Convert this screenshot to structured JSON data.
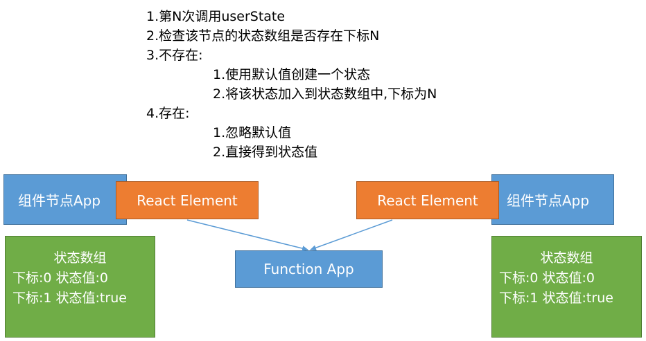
{
  "steps": {
    "s1": "1.第N次调用userState",
    "s2": "2.检查该节点的状态数组是否存在下标N",
    "s3": "3.不存在:",
    "s3a": "1.使用默认值创建一个状态",
    "s3b": "2.将该状态加入到状态数组中,下标为N",
    "s4": "4.存在:",
    "s4a": "1.忽略默认值",
    "s4b": "2.直接得到状态值"
  },
  "left": {
    "node": "组件节点App",
    "element": "React Element",
    "state": {
      "title": "状态数组",
      "rows": [
        "下标:0 状态值:0",
        "下标:1 状态值:true"
      ]
    }
  },
  "right": {
    "node": "组件节点App",
    "element": "React Element",
    "state": {
      "title": "状态数组",
      "rows": [
        "下标:0 状态值:0",
        "下标:1 状态值:true"
      ]
    }
  },
  "center": {
    "function_app": "Function App"
  },
  "colors": {
    "blue": "#5b9bd5",
    "orange": "#ed7d31",
    "green": "#70ad47",
    "arrow": "#5b9bd5"
  }
}
